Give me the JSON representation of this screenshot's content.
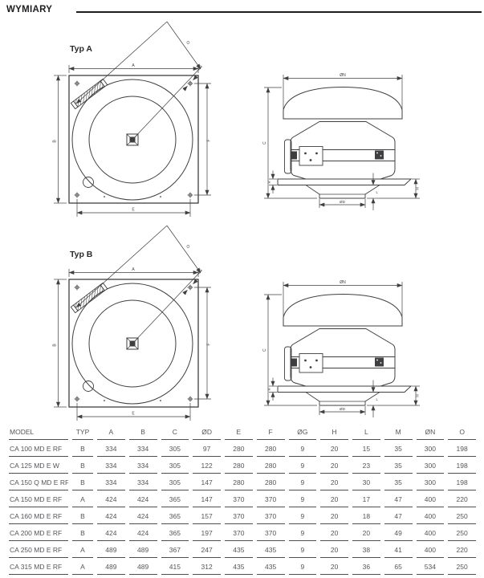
{
  "page": {
    "title": "WYMIARY"
  },
  "diagrams": {
    "typ_a": {
      "label": "Typ A"
    },
    "typ_b": {
      "label": "Typ B"
    },
    "dim_labels": {
      "a": "A",
      "b": "B",
      "c": "C",
      "d": "ØD",
      "e": "E",
      "f": "F",
      "g": "ØG",
      "h": "H",
      "l": "L",
      "m": "M",
      "n": "ØN",
      "diagonal": "O"
    }
  },
  "table": {
    "columns": [
      "MODEL",
      "TYP",
      "A",
      "B",
      "C",
      "ØD",
      "E",
      "F",
      "ØG",
      "H",
      "L",
      "M",
      "ØN",
      "O"
    ],
    "rows": [
      [
        "CA 100 MD E RF",
        "B",
        "334",
        "334",
        "305",
        "97",
        "280",
        "280",
        "9",
        "20",
        "15",
        "35",
        "300",
        "198"
      ],
      [
        "CA 125 MD E W",
        "B",
        "334",
        "334",
        "305",
        "122",
        "280",
        "280",
        "9",
        "20",
        "23",
        "35",
        "300",
        "198"
      ],
      [
        "CA 150 Q MD E RF",
        "B",
        "334",
        "334",
        "305",
        "147",
        "280",
        "280",
        "9",
        "20",
        "30",
        "35",
        "300",
        "198"
      ],
      [
        "CA 150 MD E RF",
        "A",
        "424",
        "424",
        "365",
        "147",
        "370",
        "370",
        "9",
        "20",
        "17",
        "47",
        "400",
        "220"
      ],
      [
        "CA 160 MD E RF",
        "B",
        "424",
        "424",
        "365",
        "157",
        "370",
        "370",
        "9",
        "20",
        "18",
        "47",
        "400",
        "250"
      ],
      [
        "CA 200 MD E RF",
        "B",
        "424",
        "424",
        "365",
        "197",
        "370",
        "370",
        "9",
        "20",
        "20",
        "49",
        "400",
        "250"
      ],
      [
        "CA 250 MD E RF",
        "A",
        "489",
        "489",
        "367",
        "247",
        "435",
        "435",
        "9",
        "20",
        "38",
        "41",
        "400",
        "220"
      ],
      [
        "CA 315 MD E RF",
        "A",
        "489",
        "489",
        "415",
        "312",
        "435",
        "435",
        "9",
        "20",
        "36",
        "65",
        "534",
        "250"
      ]
    ]
  },
  "colors": {
    "line": "#3f3f41",
    "table_text": "#56565a",
    "heading": "#1d1d1f"
  }
}
